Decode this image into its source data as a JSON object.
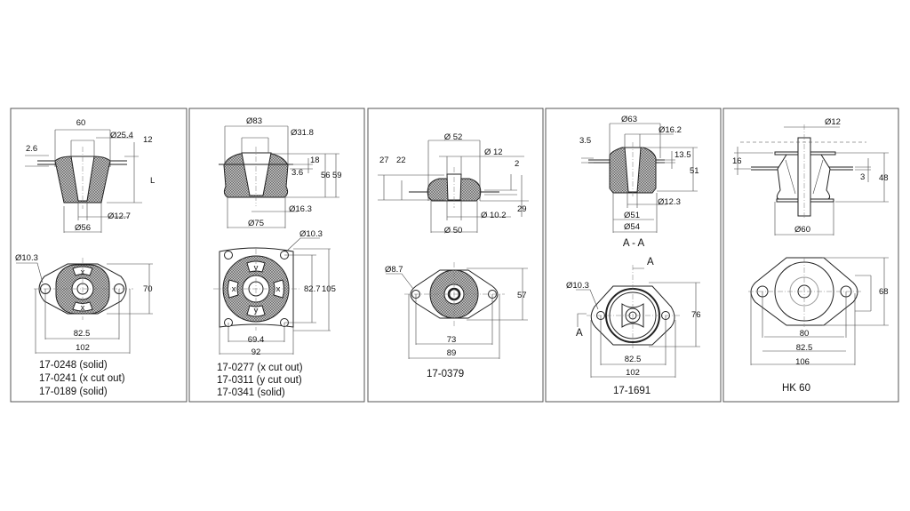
{
  "panels": [
    {
      "dims": [
        "60",
        "Ø25.4",
        "12",
        "2.6",
        "L",
        "Ø12.7",
        "Ø56",
        "Ø10.3",
        "70",
        "82.5",
        "102"
      ],
      "cut_marks": [
        "x",
        "x"
      ],
      "captions": [
        "17-0248 (solid)",
        "17-0241 (x cut out)",
        "17-0189 (solid)"
      ]
    },
    {
      "dims": [
        "Ø83",
        "Ø31.8",
        "18",
        "3.6",
        "56",
        "59",
        "Ø16.3",
        "Ø75",
        "Ø10.3",
        "82.7",
        "105",
        "69.4",
        "92"
      ],
      "cut_marks": [
        "y",
        "x",
        "x",
        "y"
      ],
      "captions": [
        "17-0277 (x cut out)",
        "17-0311 (y cut out)",
        "17-0341 (solid)"
      ]
    },
    {
      "dims": [
        "Ø 52",
        "Ø 12",
        "27",
        "22",
        "2",
        "29",
        "Ø 10.2",
        "Ø 50",
        "Ø8.7",
        "57",
        "73",
        "89"
      ],
      "captions": [
        "17-0379"
      ]
    },
    {
      "dims": [
        "Ø63",
        "Ø16.2",
        "3.5",
        "13.5",
        "51",
        "Ø12.3",
        "Ø51",
        "Ø54",
        "A - A",
        "A",
        "Ø10.3",
        "76",
        "A",
        "82.5",
        "102"
      ],
      "captions": [
        "17-1691"
      ]
    },
    {
      "dims": [
        "Ø12",
        "16",
        "3",
        "48",
        "Ø60",
        "68",
        "80",
        "82.5",
        "106"
      ],
      "captions": [
        "HK 60"
      ]
    }
  ]
}
